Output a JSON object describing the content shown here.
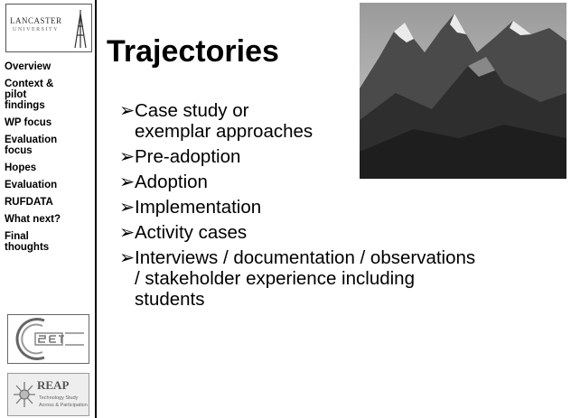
{
  "logos": {
    "lancaster_line1": "LANCASTER",
    "lancaster_line2": "UNIVERSITY",
    "reap": "REAP",
    "reap_sub1": "Technology Study",
    "reap_sub2": "Across & Participation"
  },
  "nav": [
    "Overview",
    "Context &\npilot\nfindings",
    "WP focus",
    "Evaluation\nfocus",
    "Hopes",
    "Evaluation",
    "RUFDATA",
    "What next?",
    "Final\nthoughts"
  ],
  "title": "Trajectories",
  "bullet_mark": "➢",
  "bullets": [
    "Case study or\nexemplar approaches",
    "Pre-adoption",
    "Adoption",
    "Implementation",
    "Activity cases",
    "Interviews / documentation / observations\n/ stakeholder experience including\nstudents"
  ]
}
